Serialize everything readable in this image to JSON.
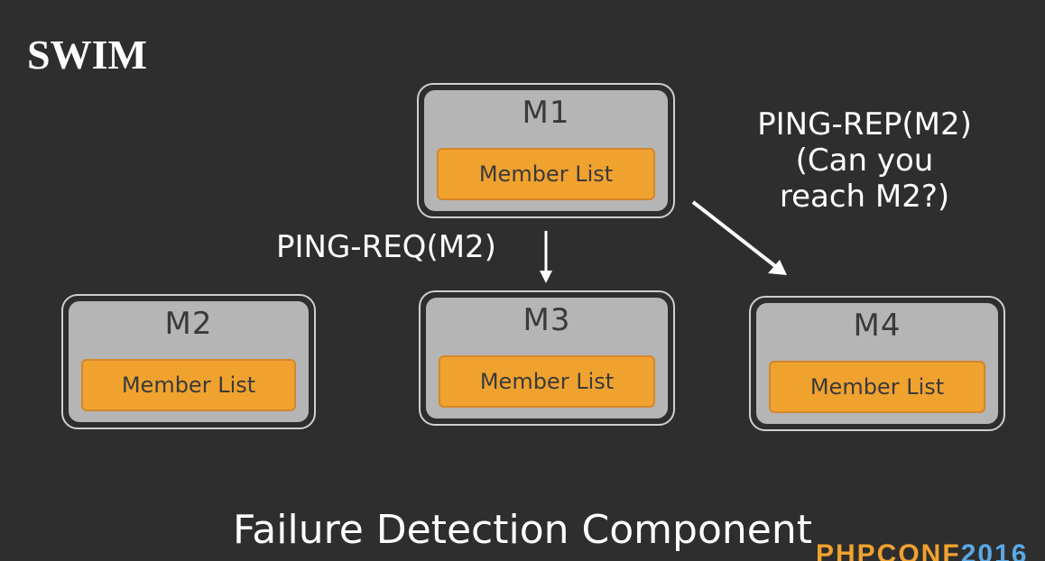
{
  "slide": {
    "title": "SWIM",
    "footer": "Failure Detection Component",
    "brand": {
      "main": "PHPCONF",
      "year": "2016"
    }
  },
  "nodes": [
    {
      "id": "m1",
      "label": "M1",
      "list_label": "Member List"
    },
    {
      "id": "m2",
      "label": "M2",
      "list_label": "Member List"
    },
    {
      "id": "m3",
      "label": "M3",
      "list_label": "Member List"
    },
    {
      "id": "m4",
      "label": "M4",
      "list_label": "Member List"
    }
  ],
  "annotations": {
    "ping_req": "PING-REQ(M2)",
    "ping_rep_line1": "PING-REP(M2)",
    "ping_rep_line2": "(Can you",
    "ping_rep_line3": "reach M2?)"
  },
  "colors": {
    "background": "#2e2e2e",
    "node_fill": "#b5b5b5",
    "member_list": "#f0a22f",
    "text": "#ffffff"
  }
}
